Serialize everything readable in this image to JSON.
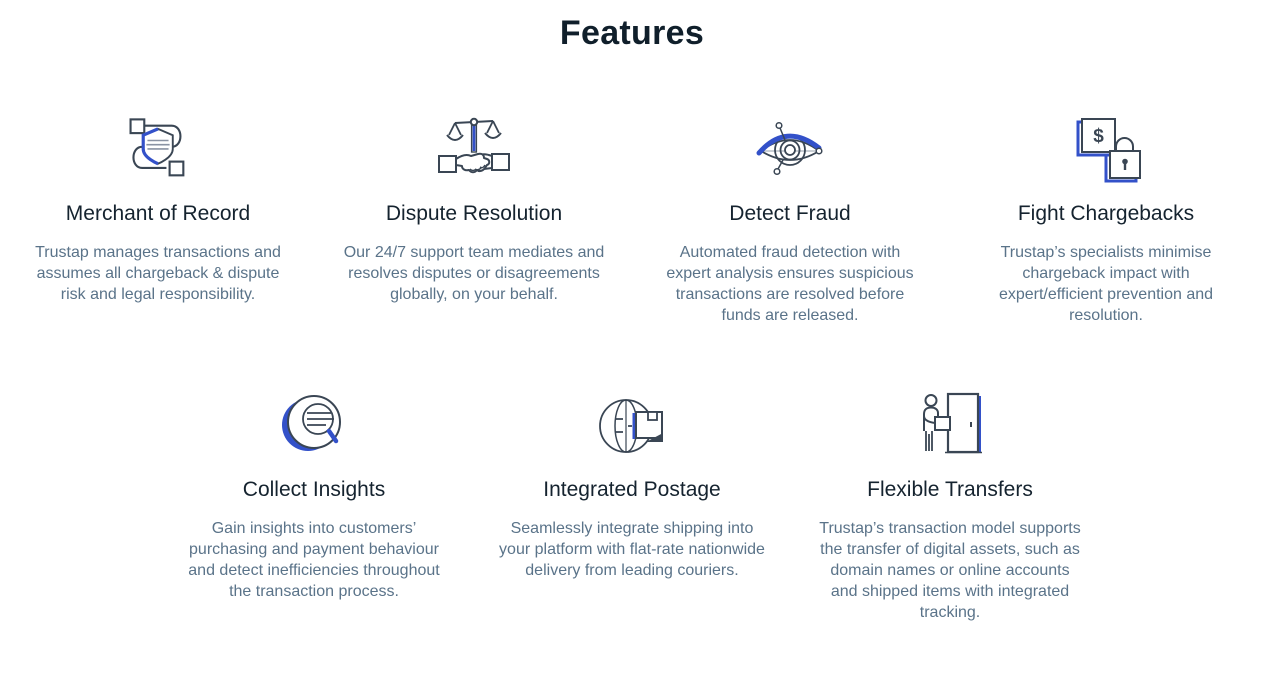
{
  "page": {
    "title": "Features"
  },
  "colors": {
    "accent": "#3351C9",
    "outline": "#3A4654",
    "heading_text": "#15232F",
    "body_text": "#5A7389"
  },
  "cards": [
    {
      "icon": "merchant-of-record-icon",
      "title": "Merchant of Record",
      "description": "Trustap manages transactions and assumes all chargeback & dispute risk and legal responsibility."
    },
    {
      "icon": "dispute-resolution-icon",
      "title": "Dispute Resolution",
      "description": "Our 24/7 support team mediates and resolves disputes or disagreements globally, on your behalf."
    },
    {
      "icon": "detect-fraud-icon",
      "title": "Detect Fraud",
      "description": "Automated fraud detection with expert analysis ensures suspicious transactions are resolved before funds are released."
    },
    {
      "icon": "fight-chargebacks-icon",
      "title": "Fight Chargebacks",
      "description": "Trustap’s specialists minimise chargeback impact with expert/efficient prevention and resolution."
    },
    {
      "icon": "collect-insights-icon",
      "title": "Collect Insights",
      "description": "Gain insights into customers’ purchasing and payment behaviour and detect inefficiencies throughout the transaction process."
    },
    {
      "icon": "integrated-postage-icon",
      "title": "Integrated Postage",
      "description": "Seamlessly integrate shipping into your platform with flat-rate nationwide delivery from leading couriers."
    },
    {
      "icon": "flexible-transfers-icon",
      "title": "Flexible Transfers",
      "description": "Trustap’s transaction model supports the transfer of digital assets, such as domain names or online accounts and shipped items with integrated tracking."
    }
  ]
}
